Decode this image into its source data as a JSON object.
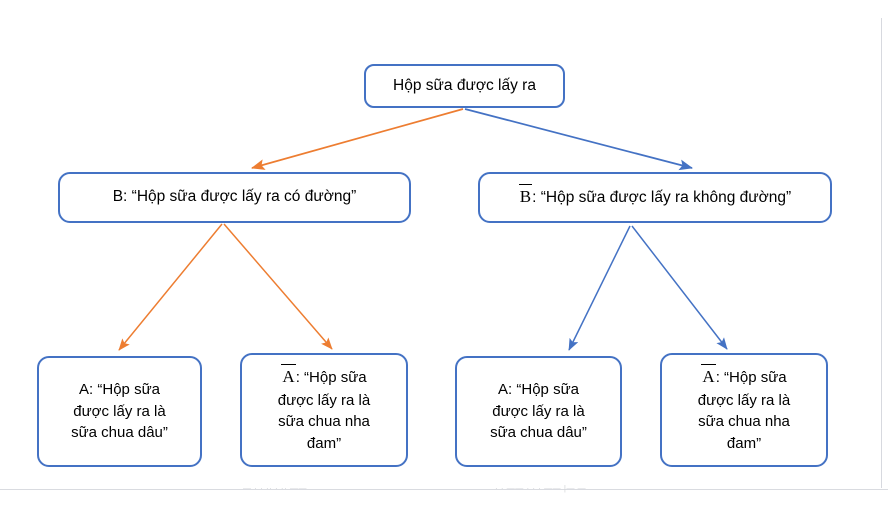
{
  "diagram": {
    "title_text": "Hộp sữa được lấy ra",
    "colors": {
      "box_border": "#4472C4",
      "arrow_blue": "#4472C4",
      "arrow_orange": "#ED7D31",
      "text": "#000000",
      "guide_line": "#c9ccd4"
    },
    "root": {
      "label": "Hộp sữa được lấy ra"
    },
    "level2": {
      "left": {
        "symbol": "B",
        "overline": false,
        "label": "B: “Hộp sữa được lấy ra có đường”",
        "prefix": "B",
        "suffix": ": “Hộp sữa được lấy ra có đường”"
      },
      "right": {
        "symbol": "B",
        "overline": true,
        "label": "B̄ : “Hộp sữa được lấy ra không đường”",
        "prefix": "B",
        "suffix": ": “Hộp sữa được lấy ra không đường”"
      }
    },
    "level3": [
      {
        "id": "a-left-plain",
        "symbol": "A",
        "overline": false,
        "label": "A: “Hộp sữa được lấy ra là sữa chua dâu”",
        "lines": [
          "A: “Hộp sữa",
          "được lấy ra là",
          "sữa chua dâu”"
        ]
      },
      {
        "id": "a-left-bar",
        "symbol": "A",
        "overline": true,
        "label": "Ā : “Hộp sữa được lấy ra là sữa chua nha đam”",
        "lines": [
          ": “Hộp sữa",
          "được lấy ra là",
          "sữa chua nha",
          "đam”"
        ]
      },
      {
        "id": "a-right-plain",
        "symbol": "A",
        "overline": false,
        "label": "A: “Hộp sữa được lấy ra là sữa chua dâu”",
        "lines": [
          "A: “Hộp sữa",
          "được lấy ra là",
          "sữa chua dâu”"
        ]
      },
      {
        "id": "a-right-bar",
        "symbol": "A",
        "overline": true,
        "label": "Ā : “Hộp sữa được lấy ra là sữa chua nha đam”",
        "lines": [
          ": “Hộp sữa",
          "được lấy ra là",
          "sữa chua nha",
          "đam”"
        ]
      }
    ],
    "artifacts": {
      "bottom_left": "— · · ·· · ·· ——",
      "bottom_right": "· · —— · · · —— |— —"
    }
  }
}
